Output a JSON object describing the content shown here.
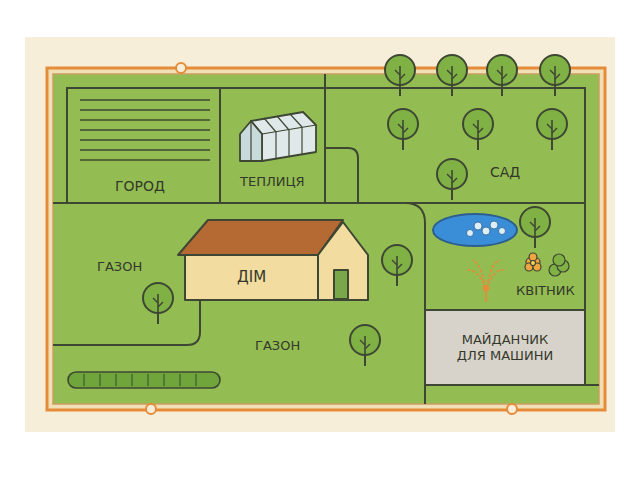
{
  "diagram": {
    "nodes": [
      {
        "text": [
          "ГОРОД"
        ]
      },
      {
        "text": [
          "ТЕПЛИЦЯ"
        ]
      },
      {
        "text": [
          "САД"
        ]
      },
      {
        "text": [
          "ДІМ"
        ]
      },
      {
        "text": [
          "КВІТНИК"
        ]
      },
      {
        "text": [
          "МАЙДАНЧИК ДЛЯ МАШИНИ"
        ]
      }
    ],
    "labels": [
      "ГАЗОН",
      "ГАЗОН"
    ]
  }
}
